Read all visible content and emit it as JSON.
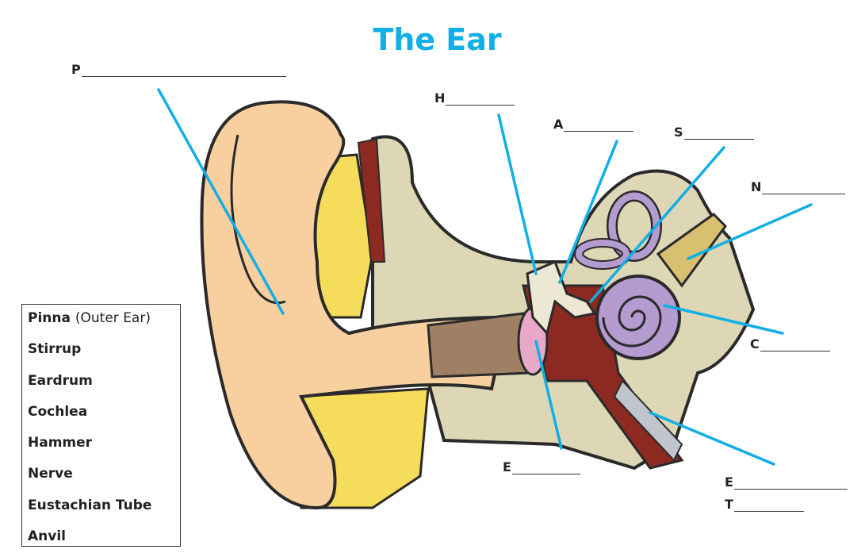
{
  "title": "The Ear",
  "labels": [
    {
      "letter": "P"
    },
    {
      "letter": "H"
    },
    {
      "letter": "A"
    },
    {
      "letter": "S"
    },
    {
      "letter": "N"
    },
    {
      "letter": "C"
    },
    {
      "letter": "E"
    },
    {
      "letter": "E"
    },
    {
      "letter": "T"
    }
  ],
  "word_bank": [
    {
      "word": "Pinna",
      "note": "(Outer Ear)"
    },
    {
      "word": "Stirrup"
    },
    {
      "word": "Eardrum"
    },
    {
      "word": "Cochlea"
    },
    {
      "word": "Hammer"
    },
    {
      "word": "Nerve"
    },
    {
      "word": "Eustachian Tube"
    },
    {
      "word": "Anvil"
    }
  ],
  "colors": {
    "accent": "#12aee6",
    "skin": "#f8cf9f",
    "bone": "#ddd7b5",
    "fat": "#f5dc5a",
    "cochlea": "#b49bd0",
    "muscle": "#8c2a22"
  }
}
